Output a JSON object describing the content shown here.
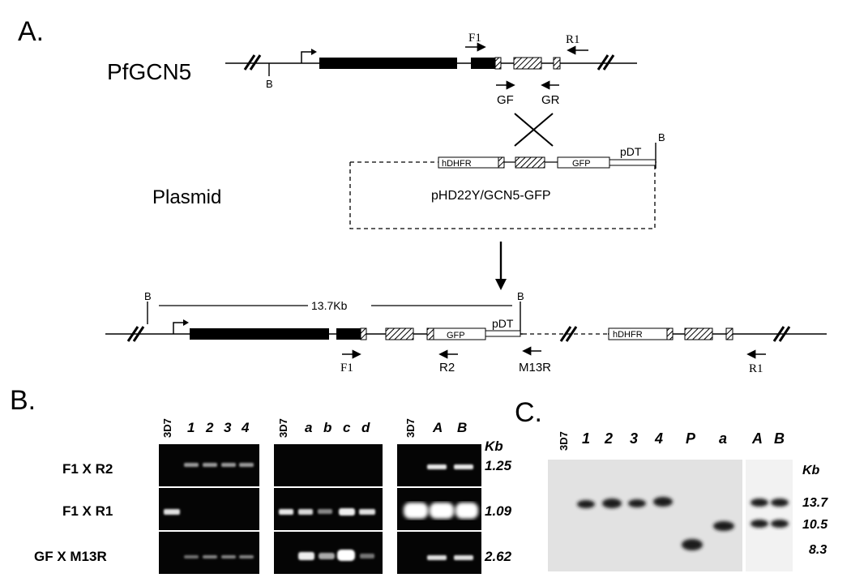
{
  "panelA": {
    "label": "A.",
    "gene_name": "PfGCN5",
    "plasmid_label": "Plasmid",
    "plasmid_name": "pHD22Y/GCN5-GFP",
    "site_B": "B",
    "primer_F1": "F1",
    "primer_R1": "R1",
    "primer_GF": "GF",
    "primer_GR": "GR",
    "primer_R2": "R2",
    "primer_M13R": "M13R",
    "hdhfr": "hDHFR",
    "gfp": "GFP",
    "pdt": "pDT",
    "size_label": "13.7Kb"
  },
  "panelB": {
    "label": "B.",
    "gel1_lanes": [
      "3D7",
      "1",
      "2",
      "3",
      "4"
    ],
    "gel2_lanes": [
      "3D7",
      "a",
      "b",
      "c",
      "d"
    ],
    "gel3_lanes": [
      "3D7",
      "A",
      "B"
    ],
    "rows": [
      "F1 X R2",
      "F1 X R1",
      "GF X M13R"
    ],
    "unit": "Kb",
    "sizes": [
      "1.25",
      "1.09",
      "2.62"
    ]
  },
  "panelC": {
    "label": "C.",
    "lanes": [
      "3D7",
      "1",
      "2",
      "3",
      "4",
      "P",
      "a"
    ],
    "lanes_right": [
      "A",
      "B"
    ],
    "unit": "Kb",
    "sizes": [
      "13.7",
      "10.5",
      "8.3"
    ]
  }
}
